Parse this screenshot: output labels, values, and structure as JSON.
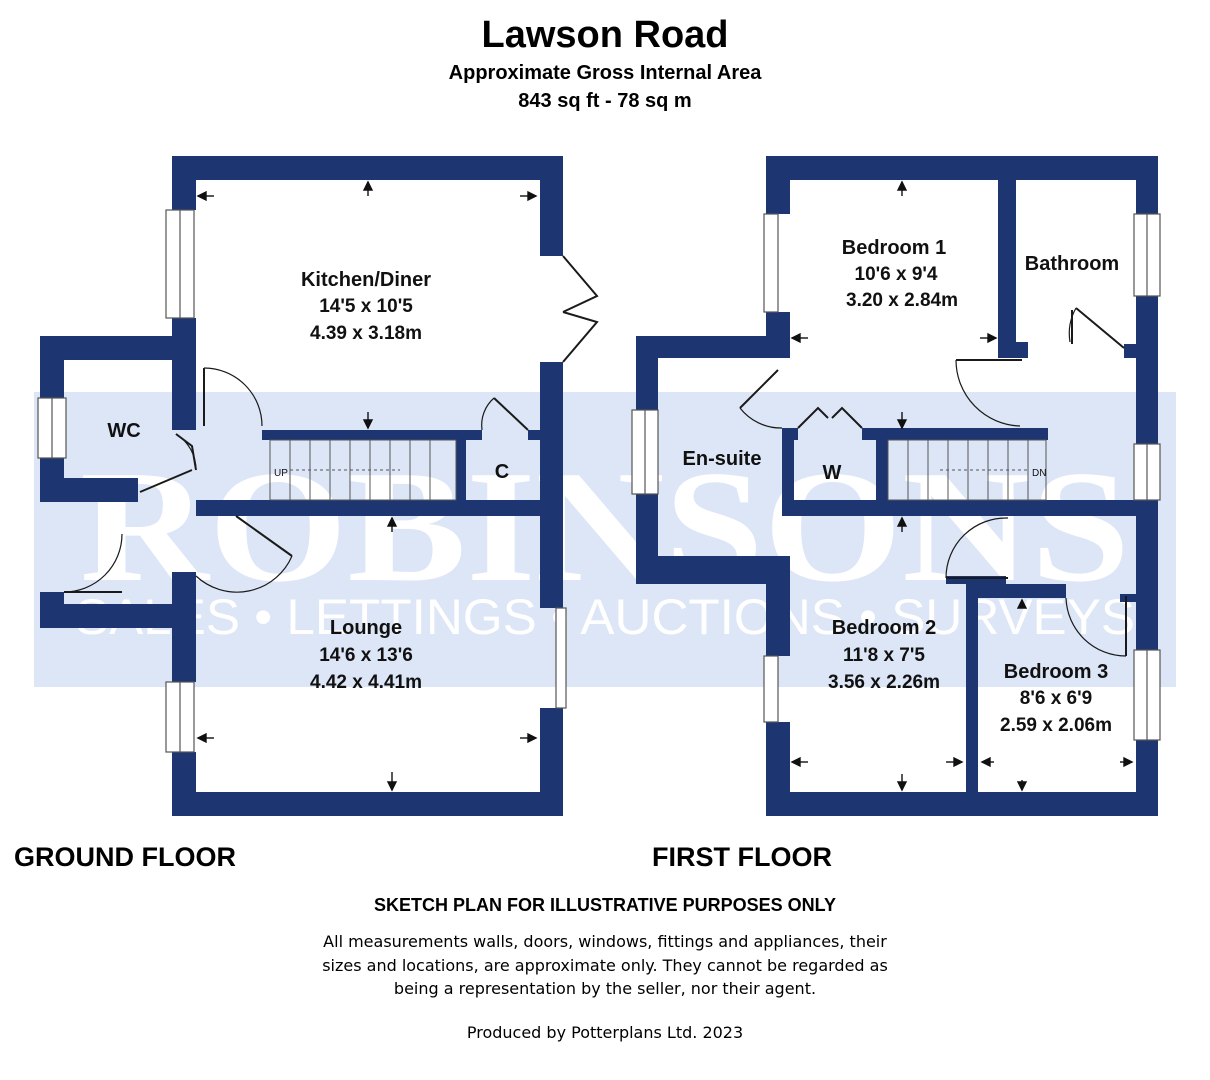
{
  "header": {
    "title": "Lawson Road",
    "subtitle": "Approximate Gross Internal Area",
    "area": "843 sq ft - 78 sq m"
  },
  "watermark": {
    "brand": "ROBINSONS",
    "services": "SALES • LETTINGS • AUCTIONS • SURVEYS"
  },
  "colors": {
    "wall": "#1d3571",
    "watermark_band": "#dde6f6",
    "watermark_text": "#ffffff"
  },
  "ground_floor": {
    "label": "GROUND FLOOR",
    "rooms": {
      "kitchen": {
        "name": "Kitchen/Diner",
        "imperial": "14'5 x 10'5",
        "metric": "4.39 x 3.18m"
      },
      "lounge": {
        "name": "Lounge",
        "imperial": "14'6 x 13'6",
        "metric": "4.42 x 4.41m"
      },
      "wc": {
        "name": "WC"
      },
      "cupboard": {
        "name": "C"
      }
    },
    "stairs_label": "UP"
  },
  "first_floor": {
    "label": "FIRST FLOOR",
    "rooms": {
      "bedroom1": {
        "name": "Bedroom 1",
        "imperial": "10'6 x 9'4",
        "metric": "3.20 x 2.84m"
      },
      "bathroom": {
        "name": "Bathroom"
      },
      "ensuite": {
        "name": "En-suite"
      },
      "wardrobe": {
        "name": "W"
      },
      "bedroom2": {
        "name": "Bedroom 2",
        "imperial": "11'8 x 7'5",
        "metric": "3.56 x 2.26m"
      },
      "bedroom3": {
        "name": "Bedroom 3",
        "imperial": "8'6 x 6'9",
        "metric": "2.59 x 2.06m"
      }
    },
    "stairs_label": "DN"
  },
  "disclaimer": {
    "title": "SKETCH PLAN FOR ILLUSTRATIVE PURPOSES ONLY",
    "line1": "All measurements walls, doors, windows, fittings and appliances, their",
    "line2": "sizes and locations, are approximate only. They cannot be regarded as",
    "line3": "being a representation by the seller, nor their agent.",
    "produced": "Produced by Potterplans Ltd. 2023"
  }
}
